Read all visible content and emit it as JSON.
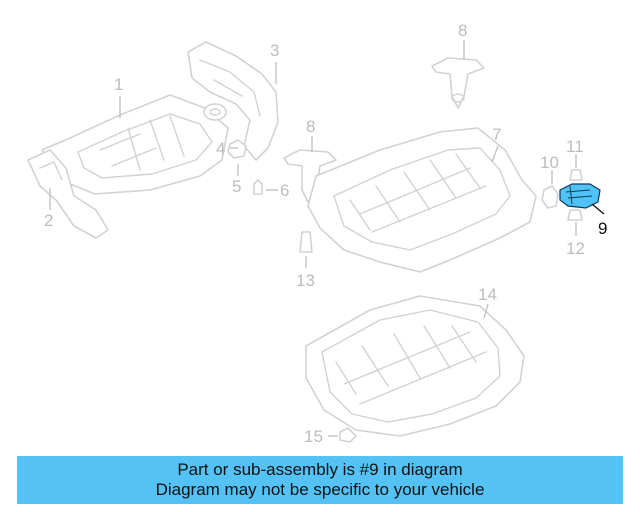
{
  "diagram": {
    "highlighted_part": "9",
    "callouts": [
      {
        "id": "c1",
        "label": "1"
      },
      {
        "id": "c2",
        "label": "2"
      },
      {
        "id": "c3",
        "label": "3"
      },
      {
        "id": "c4",
        "label": "4"
      },
      {
        "id": "c5",
        "label": "5"
      },
      {
        "id": "c6",
        "label": "6"
      },
      {
        "id": "c7",
        "label": "7"
      },
      {
        "id": "c8a",
        "label": "8"
      },
      {
        "id": "c8b",
        "label": "8"
      },
      {
        "id": "c9",
        "label": "9"
      },
      {
        "id": "c10",
        "label": "10"
      },
      {
        "id": "c11",
        "label": "11"
      },
      {
        "id": "c12",
        "label": "12"
      },
      {
        "id": "c13",
        "label": "13"
      },
      {
        "id": "c14",
        "label": "14"
      },
      {
        "id": "c15",
        "label": "15"
      }
    ],
    "colors": {
      "highlight": "#4fc3f7",
      "banner": "#55c2f5",
      "linework": "#d2d2d2",
      "callout_inactive": "#bdbdbd",
      "callout_active": "#111111"
    }
  },
  "banner": {
    "line1": "Part or sub-assembly is #9 in diagram",
    "line2": "Diagram may not be specific to your vehicle"
  }
}
